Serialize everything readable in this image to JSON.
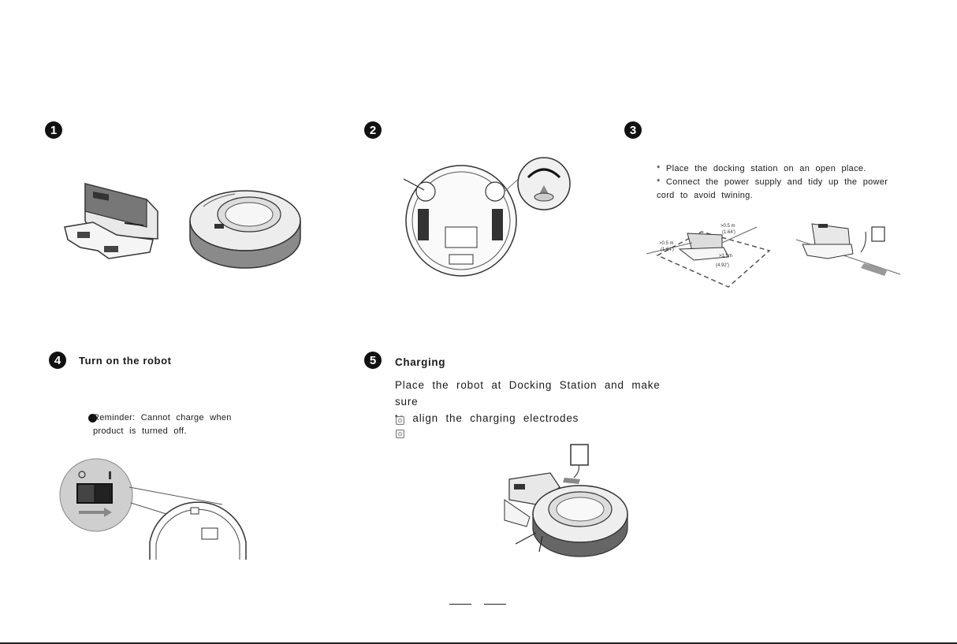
{
  "steps": [
    {
      "number": "1",
      "title": ""
    },
    {
      "number": "2",
      "title": ""
    },
    {
      "number": "3",
      "title": "",
      "notes": [
        "*  Place the docking station on an open place.",
        "*  Connect the power supply and tidy up the power",
        "cord to avoid twining."
      ],
      "dimensions": [
        ">0.5 m",
        "(1.64')",
        ">0.5 m",
        "(1.64')",
        ">1.5m",
        "(4.92')"
      ]
    },
    {
      "number": "4",
      "title": "Turn on the robot",
      "reminder": "Reminder:  Cannot charge when",
      "reminder_line2": "product is turned off.",
      "switch_off": "O",
      "switch_on": "I"
    },
    {
      "number": "5",
      "title": "Charging",
      "text_line1": "Place the robot at Docking Station and make sure",
      "text_line2": "to align the charging electrodes"
    }
  ],
  "icons": [
    "step-badge",
    "reminder-icon",
    "checkbox-icon",
    "socket-icon"
  ]
}
